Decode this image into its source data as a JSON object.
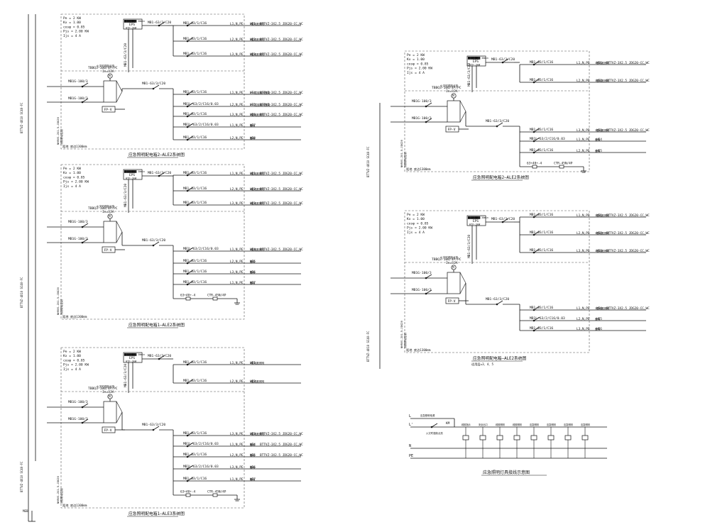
{
  "params": [
    "Pe = 2 KW",
    "Kx = 1.00",
    "cosφ = 0.85",
    "Pjs = 2.00 KW",
    "Ijs = 4 A"
  ],
  "eps": {
    "top": "█████████  30min",
    "mid": "EPS",
    "bottom": "HTF-3kW"
  },
  "eps_breaker": "MB1-63/3/C20",
  "note_fire": "火灾时强制点亮",
  "ats": {
    "name": "TBBQ3-100/4P/PC",
    "rating": "In=32A",
    "motor": "M"
  },
  "inlet_breaker": "MB1G-100/3",
  "fpv": "FP-V",
  "feeder_breaker": "MB1-63/3/C20",
  "vert_breaker": "MB1-63/3/C20",
  "riser_cable": "BTTVZ-4X10 SC40-FC",
  "signal_cable": "NHRVS-2X1.5-JDG20",
  "signal_note": "消防联动控制",
  "mount_note": "距地 底边1300mm",
  "spd": {
    "fuse": "63+40+-4",
    "name": "CTR-45N/4P"
  },
  "ground_tag": "MEB",
  "panel1": {
    "title": "应急照明配电箱2—ALE2系统图",
    "rows": [
      {
        "breaker": "MB1-63/1/C16",
        "phase": "L1,N,PE",
        "circuit": "WE1",
        "cable": "BTTVZ-3X2.5 JDG20-CC,WC",
        "load": "2层疏散照明"
      },
      {
        "breaker": "MB1-63/1/C16",
        "phase": "L2,N,PE",
        "circuit": "WE2",
        "cable": "BTTVZ-3X2.5 JDG20-CC,WC",
        "load": "2层疏散照明"
      },
      {
        "breaker": "MB1-63/1/C16",
        "phase": "L3,N,PE",
        "circuit": "WE3",
        "cable": "BTTVZ-3X2.5 JDG20-CC,WC",
        "load": "2层疏散照明"
      },
      {
        "breaker": "MB1-63/1/C16",
        "phase": "L1,N,PE",
        "circuit": "WE4",
        "cable": "BTTVZ-3X2.5 JDG20-CC,WC",
        "load": "2~5层楼梯间照明"
      },
      {
        "breaker": "MB1L-63/2/C16/0.03",
        "phase": "L2,N,PE",
        "circuit": "WE5",
        "cable": "BTTVZ-3X2.5 JDG20-CC,WC",
        "load": "2~5层楼梯间照明"
      },
      {
        "breaker": "MB1-63/1/C16",
        "phase": "L3,N,PE",
        "circuit": "WE6",
        "cable": "BTTVZ-3X2.5 JDG20-CC,WC",
        "load": "2层疏散照明"
      },
      {
        "breaker": "MB1L-63/2/C16/0.03",
        "phase": "L1,N,PE",
        "circuit": "WE7",
        "cable": "",
        "load": "备用"
      },
      {
        "breaker": "MB1-63/1/C16",
        "phase": "L2,N,PE",
        "circuit": "WE8",
        "cable": "",
        "load": "备用"
      }
    ]
  },
  "panel2": {
    "title": "应急照明配电箱1—ALE2系统图",
    "rows": [
      {
        "breaker": "MB1-63/1/C16",
        "phase": "L1,N,PE",
        "circuit": "WE1",
        "cable": "BTTVZ-3X2.5 JDG20-CC,WC",
        "load": "1层疏散照明"
      },
      {
        "breaker": "MB1-63/1/C16",
        "phase": "L2,N,PE",
        "circuit": "WE2",
        "cable": "BTTVZ-3X2.5 JDG20-CC,WC",
        "load": "1层疏散照明"
      },
      {
        "breaker": "MB1-63/1/C16",
        "phase": "L3,N,PE",
        "circuit": "WE3",
        "cable": "BTTVZ-3X2.5 JDG20-CC,WC",
        "load": "1层疏散照明"
      },
      {
        "breaker": "MB1L-63/2/C16/0.03",
        "phase": "L1,N,PE",
        "circuit": "WE4",
        "cable": "BTTVZ-3X2.5 JDG20-CC,WC",
        "load": "1层疏散照明"
      },
      {
        "breaker": "MB1-63/1/C16",
        "phase": "L2,N,PE",
        "circuit": "WE5",
        "cable": "",
        "load": "备用"
      },
      {
        "breaker": "MB1-63/1/C16",
        "phase": "L3,N,PE",
        "circuit": "WE6",
        "cable": "",
        "load": "备用"
      },
      {
        "breaker": "MB1-63/1/C16",
        "phase": "L1,N,PE",
        "circuit": "WE7",
        "cable": "",
        "load": "备用"
      }
    ]
  },
  "panel3": {
    "title": "应急照明配电箱1—ALE3系统图",
    "rows": [
      {
        "breaker": "MB1-63/1/C16",
        "phase": "L1,N,PE",
        "circuit": "WE1",
        "cable": "",
        "load": "1层疏散照明"
      },
      {
        "breaker": "MB1-63/1/C16",
        "phase": "L2,N,PE",
        "circuit": "WE2",
        "cable": "",
        "load": "1层疏散照明"
      },
      {
        "breaker": "MB1-63/1/C16",
        "phase": "L3,N,PE",
        "circuit": "WE3",
        "cable": "BTTVZ-3X2.5 JDG20-CC,WC",
        "load": "1层疏散照明"
      },
      {
        "breaker": "MB1L-63/2/C16/0.03",
        "phase": "L1,N,PE",
        "circuit": "WE4",
        "cable": "BTTVZ-3X2.5 JDG20-CC,WC",
        "load": "备用"
      },
      {
        "breaker": "MB1-63/1/C16",
        "phase": "L2,N,PE",
        "circuit": "WE5",
        "cable": "BTTVZ-3X2.5 JDG20-CC,WC",
        "load": "备用"
      },
      {
        "breaker": "MB1L-63/2/C16/0.03",
        "phase": "L3,N,PE",
        "circuit": "WE6",
        "cable": "",
        "load": "备用"
      },
      {
        "breaker": "MB1-63/1/C16",
        "phase": "L1,N,PE",
        "circuit": "WE7",
        "cable": "",
        "load": "备用"
      }
    ]
  },
  "panel4": {
    "title": "应急照明配电箱2—ALE2系统图",
    "rows": [
      {
        "breaker": "MB1-63/1/C16",
        "phase": "L1,N,PE",
        "circuit": "WE1",
        "cable": "BTTVZ-3X2.5 JDG20-CC,WC",
        "load": "3层疏散照明"
      },
      {
        "breaker": "MB1-63/1/C16",
        "phase": "L2,N,PE",
        "circuit": "WE2",
        "cable": "BTTVZ-3X2.5 JDG20-CC,WC",
        "load": "3层疏散照明"
      },
      {
        "breaker": "MB1-63/1/C16",
        "phase": "L3,N,PE",
        "circuit": "WE3",
        "cable": "BTTVZ-3X2.5 JDG20-CC,WC",
        "load": "3层疏散照明"
      },
      {
        "breaker": "MB1L-63/2/C16/0.03",
        "phase": "L1,N,PE",
        "circuit": "WE4",
        "cable": "",
        "load": "备用"
      },
      {
        "breaker": "MB1-63/1/C16",
        "phase": "L2,N,PE",
        "circuit": "WE5",
        "cable": "",
        "load": "备用"
      }
    ]
  },
  "panel5": {
    "title": "应急照明配电箱—ALE2系统图",
    "subtitle": "适用层=3、4、5",
    "rows": [
      {
        "breaker": "MB1-63/1/C16",
        "phase": "L1,N,PE",
        "circuit": "WE1",
        "cable": "BTTVZ-3X2.5 JDG20-CC,WC",
        "load": "3层疏散照明"
      },
      {
        "breaker": "MB1-63/1/C16",
        "phase": "L2,N,PE",
        "circuit": "WE2",
        "cable": "BTTVZ-3X2.5 JDG20-CC,WC",
        "load": "3层疏散照明"
      },
      {
        "breaker": "MB1-63/1/C16",
        "phase": "L3,N,PE",
        "circuit": "WE3",
        "cable": "BTTVZ-3X2.5 JDG20-CC,WC",
        "load": "3层疏散照明"
      },
      {
        "breaker": "MB1-63/1/C16",
        "phase": "L1,N,PE",
        "circuit": "WE4",
        "cable": "BTTVZ-3X2.5 JDG20-CC,WC",
        "load": "3层疏散照明"
      },
      {
        "breaker": "MB1L-63/2/C16/0.03",
        "phase": "L2,N,PE",
        "circuit": "WE5",
        "cable": "",
        "load": "备用"
      },
      {
        "breaker": "MB1-63/1/C16",
        "phase": "L3,N,PE",
        "circuit": "WE6",
        "cable": "",
        "load": "备用"
      }
    ]
  },
  "wiring": {
    "title": "应急照明灯具接线示意图",
    "L": "L",
    "L2": "L'",
    "N": "N",
    "PE": "PE",
    "km": "KM",
    "lnote1": "应急照明电源",
    "lnote2": "火灾时强制点亮",
    "fixtures": [
      "疏散指示",
      "安全出口",
      "疏散照明",
      "疏散照明",
      "应急照明",
      "应急照明",
      "应急照明",
      "应急照明"
    ]
  }
}
